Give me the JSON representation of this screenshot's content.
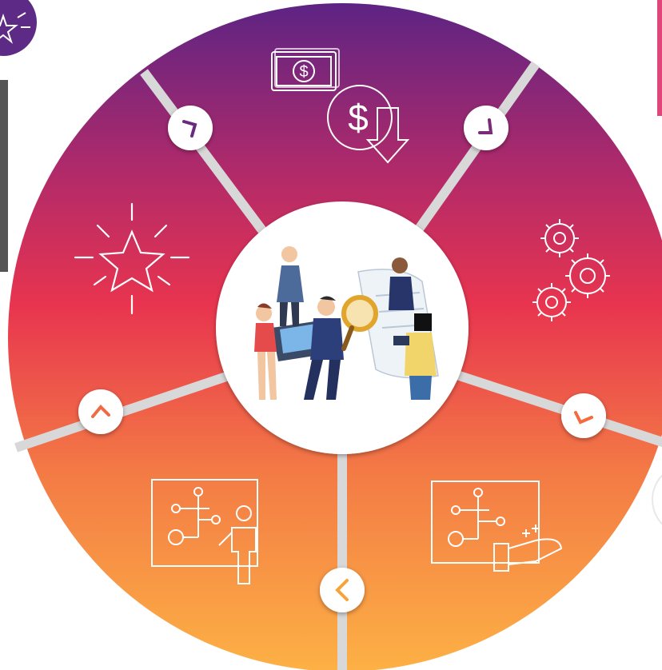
{
  "diagram": {
    "colors": {
      "top": "#5d2484",
      "upper_mid": "#b02a6a",
      "mid": "#e8344f",
      "lower_mid": "#f37a45",
      "bottom": "#fdb145",
      "divider": "#d9d9d9",
      "icon_stroke": "#ffffff",
      "center_fill": "#ffffff"
    },
    "segments": [
      {
        "name": "money-down",
        "icon": "money-down-icon",
        "chevron_direction": "right"
      },
      {
        "name": "gears",
        "icon": "gears-icon",
        "chevron_direction": "down"
      },
      {
        "name": "payment-plan",
        "icon": "hand-plan-icon",
        "chevron_direction": "down-left"
      },
      {
        "name": "presentation-plan",
        "icon": "presenter-plan-icon",
        "chevron_direction": "left"
      },
      {
        "name": "star",
        "icon": "sparkle-star-icon",
        "chevron_direction": "up"
      }
    ],
    "center": {
      "icon": "business-team-search-illustration"
    }
  }
}
